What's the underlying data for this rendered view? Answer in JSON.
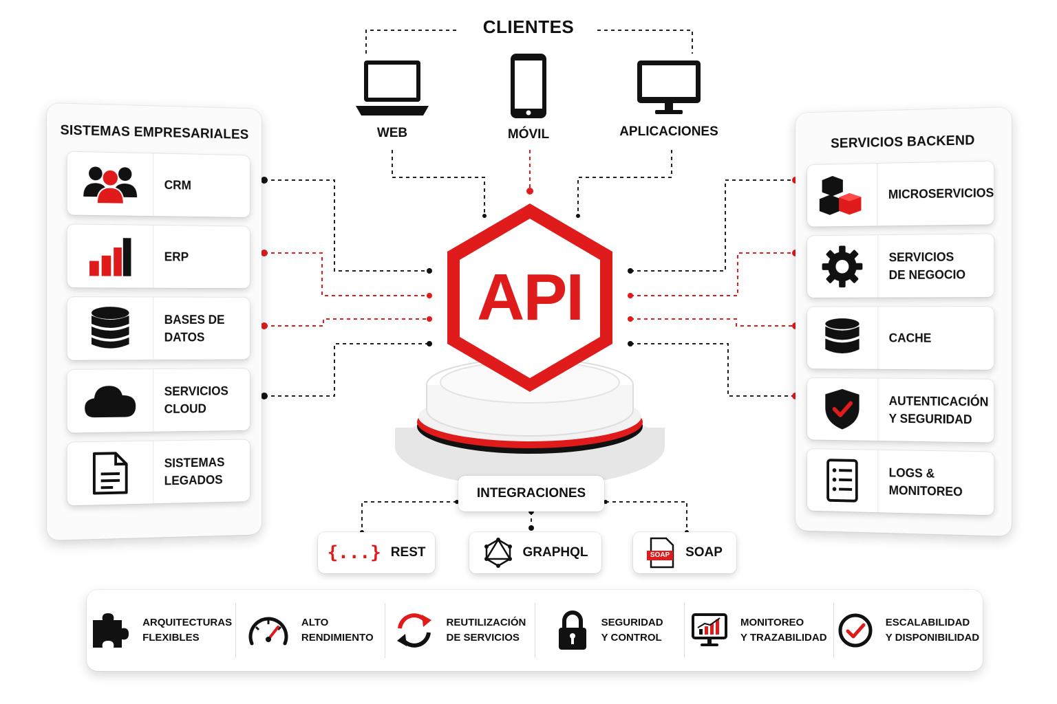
{
  "clients": {
    "title": "CLIENTES",
    "items": [
      {
        "label": "WEB",
        "icon": "laptop-icon"
      },
      {
        "label": "MÓVIL",
        "icon": "smartphone-icon"
      },
      {
        "label": "APLICACIONES",
        "icon": "desktop-monitor-icon"
      }
    ]
  },
  "left_panel": {
    "title": "SISTEMAS EMPRESARIALES",
    "items": [
      {
        "label": "CRM",
        "icon": "users-icon"
      },
      {
        "label": "ERP",
        "icon": "bar-chart-icon"
      },
      {
        "label": "BASES DE\nDATOS",
        "icon": "database-icon"
      },
      {
        "label": "SERVICIOS\nCLOUD",
        "icon": "cloud-icon"
      },
      {
        "label": "SISTEMAS\nLEGADOS",
        "icon": "document-icon"
      }
    ]
  },
  "right_panel": {
    "title": "SERVICIOS BACKEND",
    "items": [
      {
        "label": "MICROSERVICIOS",
        "icon": "cubes-icon"
      },
      {
        "label": "SERVICIOS\nDE NEGOCIO",
        "icon": "gear-icon"
      },
      {
        "label": "CACHE",
        "icon": "database-icon"
      },
      {
        "label": "AUTENTICACIÓN\nY SEGURIDAD",
        "icon": "shield-check-icon"
      },
      {
        "label": "LOGS &\nMONITOREO",
        "icon": "checklist-icon"
      }
    ]
  },
  "center": {
    "label": "API"
  },
  "integrations": {
    "title": "INTEGRACIONES",
    "items": [
      {
        "label": "REST",
        "icon": "curly-braces-icon"
      },
      {
        "label": "GRAPHQL",
        "icon": "graphql-icon"
      },
      {
        "label": "SOAP",
        "icon": "soap-file-icon",
        "badge": "SOAP"
      }
    ]
  },
  "features": [
    {
      "label": "ARQUITECTURAS\nFLEXIBLES",
      "icon": "puzzle-icon"
    },
    {
      "label": "ALTO\nRENDIMIENTO",
      "icon": "speedometer-icon"
    },
    {
      "label": "REUTILIZACIÓN\nDE SERVICIOS",
      "icon": "refresh-icon"
    },
    {
      "label": "SEGURIDAD\nY CONTROL",
      "icon": "padlock-icon"
    },
    {
      "label": "MONITOREO\nY TRAZABILIDAD",
      "icon": "monitor-chart-icon"
    },
    {
      "label": "ESCALABILIDAD\nY DISPONIBILIDAD",
      "icon": "check-circle-icon"
    }
  ],
  "colors": {
    "accent": "#e01b1b",
    "dark": "#111111",
    "line": "#222222"
  }
}
